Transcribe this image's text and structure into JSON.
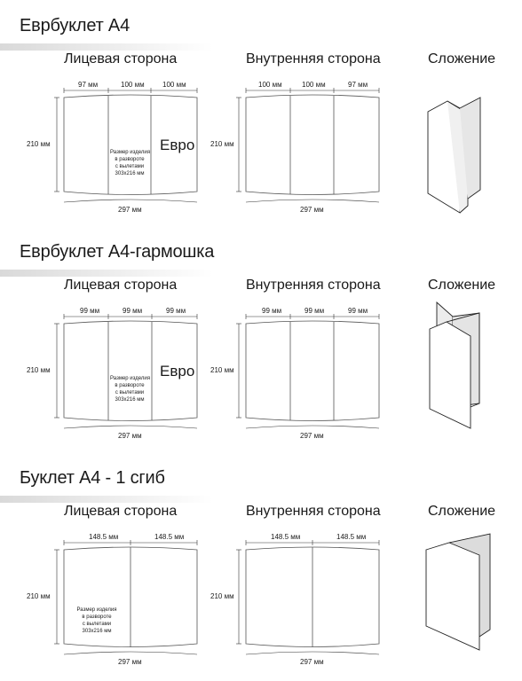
{
  "sections": [
    {
      "title": "Еврбуклет А4",
      "front_title": "Лицевая сторона",
      "inner_title": "Внутренняя сторона",
      "fold_title": "Сложение",
      "front_widths": [
        "97 мм",
        "100 мм",
        "100 мм"
      ],
      "inner_widths": [
        "100 мм",
        "100 мм",
        "97 мм"
      ],
      "height_label": "210 мм",
      "total_label": "297 мм",
      "note": [
        "Размер изделия",
        "в развороте",
        "с вылетами",
        "303x216 мм"
      ],
      "euro_text": "Евро"
    },
    {
      "title": "Еврбуклет А4-гармошка",
      "front_title": "Лицевая сторона",
      "inner_title": "Внутренняя сторона",
      "fold_title": "Сложение",
      "front_widths": [
        "99 мм",
        "99 мм",
        "99 мм"
      ],
      "inner_widths": [
        "99 мм",
        "99 мм",
        "99 мм"
      ],
      "height_label": "210 мм",
      "total_label": "297 мм",
      "note": [
        "Размер изделия",
        "в развороте",
        "с вылетами",
        "303x216 мм"
      ],
      "euro_text": "Евро"
    },
    {
      "title": "Буклет А4 - 1 сгиб",
      "front_title": "Лицевая сторона",
      "inner_title": "Внутренняя сторона",
      "fold_title": "Сложение",
      "front_widths": [
        "148.5 мм",
        "148.5 мм"
      ],
      "inner_widths": [
        "148.5 мм",
        "148.5 мм"
      ],
      "height_label": "210 мм",
      "total_label": "297 мм",
      "note": [
        "Размер изделия",
        "в развороте",
        "с вылетами",
        "303x216 мм"
      ]
    }
  ]
}
